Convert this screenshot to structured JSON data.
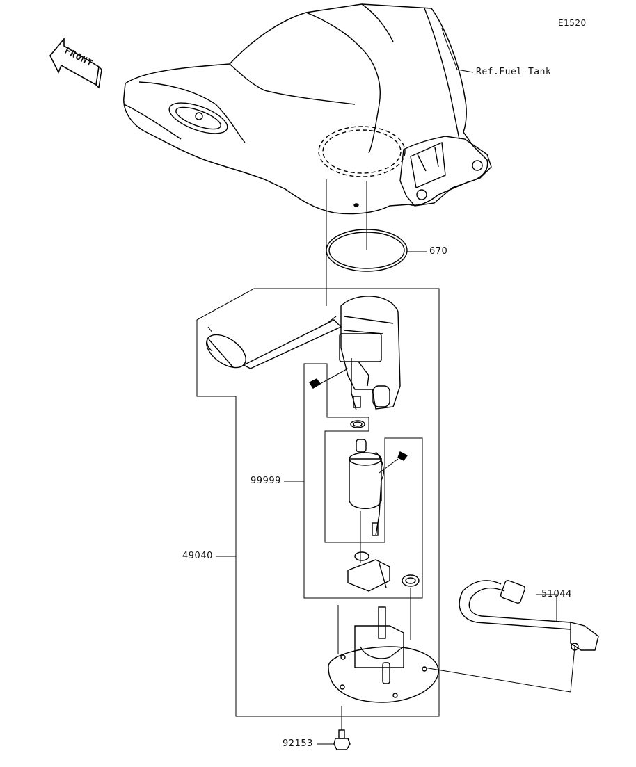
{
  "diagram_code": "E1520",
  "front_label": "FRONT",
  "ref_fuel_tank": "Ref.Fuel Tank",
  "parts": {
    "p670": "670",
    "p99999": "99999",
    "p49040": "49040",
    "p51044": "51044",
    "p92153": "92153"
  }
}
